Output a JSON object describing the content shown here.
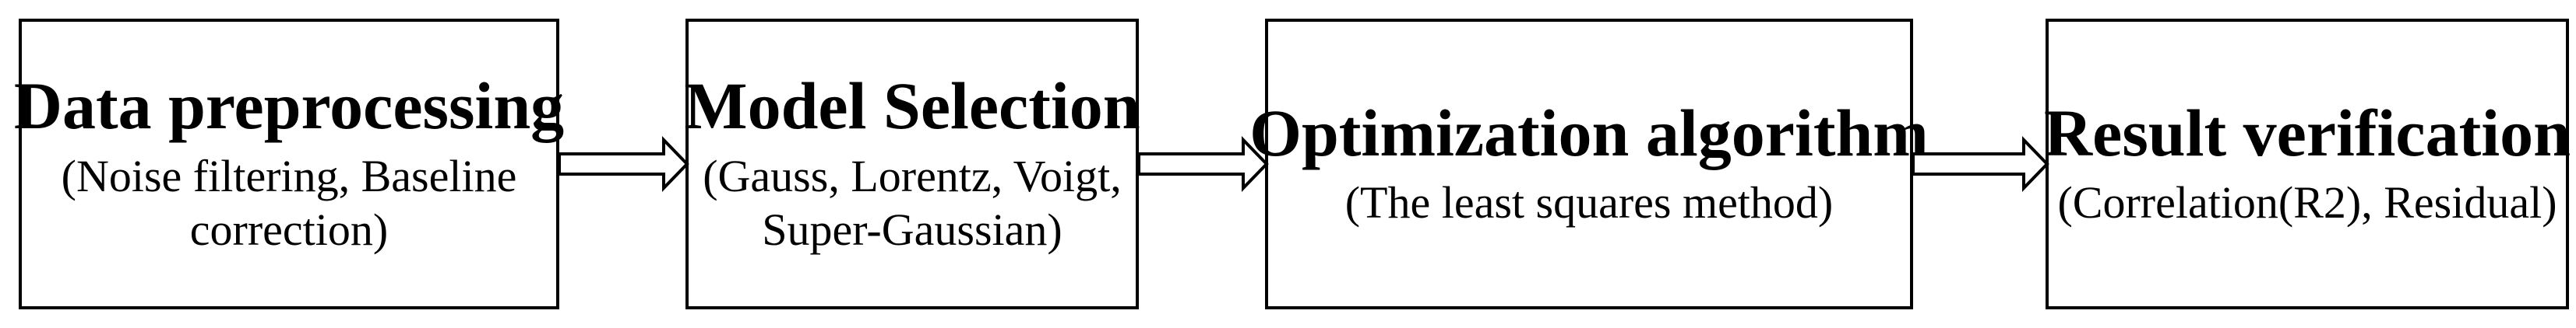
{
  "steps": [
    {
      "title": "Data preprocessing",
      "subtitle": "(Noise filtering, Baseline correction)"
    },
    {
      "title": "Model Selection",
      "subtitle": "(Gauss, Lorentz, Voigt, Super-Gaussian)"
    },
    {
      "title": "Optimization algorithm",
      "subtitle": "(The least squares method)"
    },
    {
      "title": "Result verification",
      "subtitle": "(Correlation(R2), Residual)"
    }
  ]
}
